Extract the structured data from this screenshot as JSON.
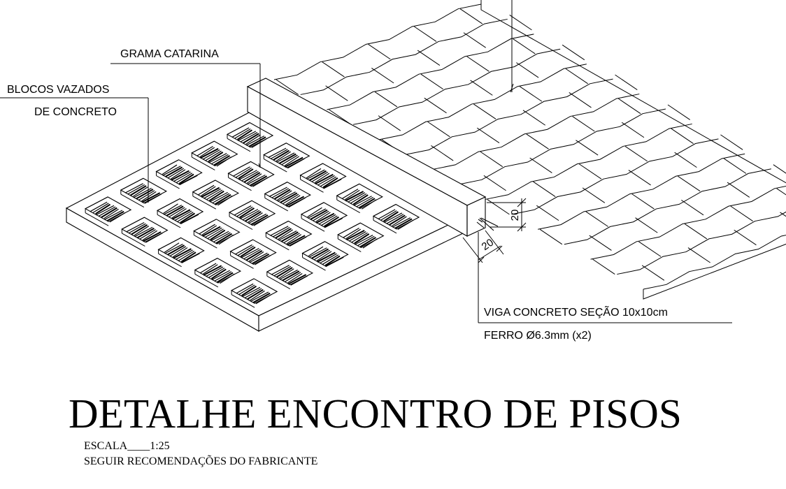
{
  "labels": {
    "grama": "GRAMA CATARINA",
    "blocos_line1": "BLOCOS VAZADOS",
    "blocos_line2": "DE CONCRETO",
    "viga": "VIGA CONCRETO SEÇÃO 10x10cm",
    "ferro": "FERRO Ø6.3mm (x2)"
  },
  "dimensions": {
    "height": "20",
    "width": "20"
  },
  "title": "DETALHE ENCONTRO DE PISOS",
  "notes": {
    "scale": "ESCALA____1:25",
    "recommendation": "SEGUIR RECOMENDAÇÕES DO FABRICANTE"
  },
  "colors": {
    "ink": "#000000",
    "background": "#ffffff"
  }
}
